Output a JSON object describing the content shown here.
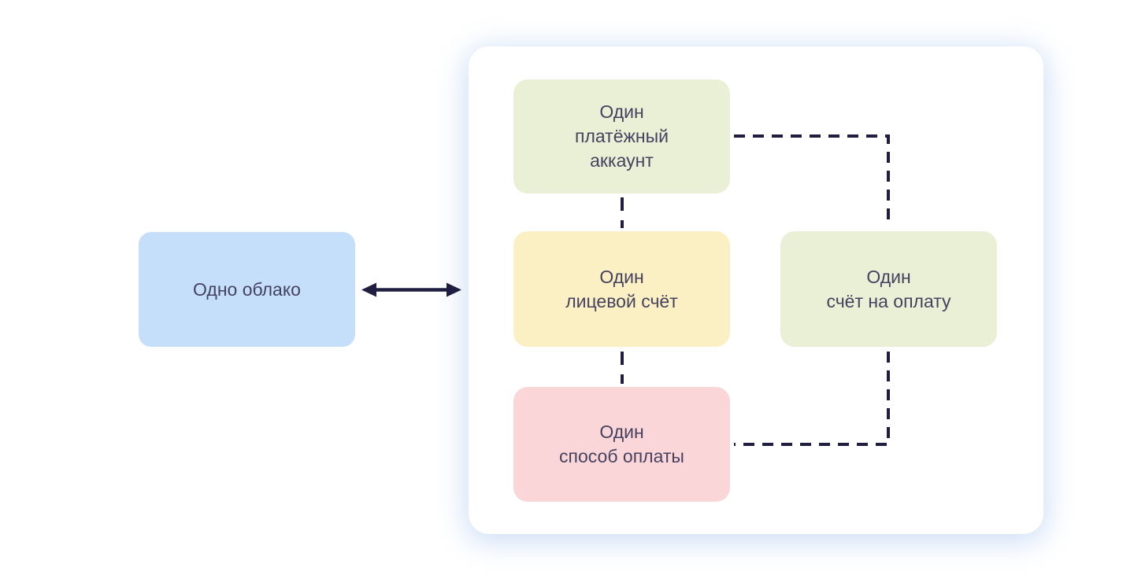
{
  "colors": {
    "background": "#ffffff",
    "cloud_box_fill": "#c5dffa",
    "green_box_fill": "#e9f0d6",
    "yellow_box_fill": "#fbf0c4",
    "pink_box_fill": "#fbd6d9",
    "text": "#454260",
    "connector": "#201e40",
    "panel_fill": "#ffffff",
    "panel_glow": "#91b6eb"
  },
  "diagram": {
    "cloud_box": {
      "label": "Одно облако"
    },
    "panel": {
      "boxes": {
        "payment_account": {
          "label": "Один\nплатёжный\nаккаунт"
        },
        "personal_account": {
          "label": "Один\nлицевой счёт"
        },
        "invoice": {
          "label": "Один\nсчёт на оплату"
        },
        "payment_method": {
          "label": "Один\nспособ оплаты"
        }
      }
    },
    "connections": [
      {
        "from": "cloud_box",
        "to": "panel",
        "style": "solid-double-headed-arrow"
      },
      {
        "from": "payment_account",
        "to": "personal_account",
        "style": "dashed-vertical"
      },
      {
        "from": "personal_account",
        "to": "payment_method",
        "style": "dashed-vertical"
      },
      {
        "from": "payment_account",
        "to": "invoice",
        "style": "dashed-elbow"
      },
      {
        "from": "invoice",
        "to": "payment_method",
        "style": "dashed-elbow"
      }
    ]
  }
}
